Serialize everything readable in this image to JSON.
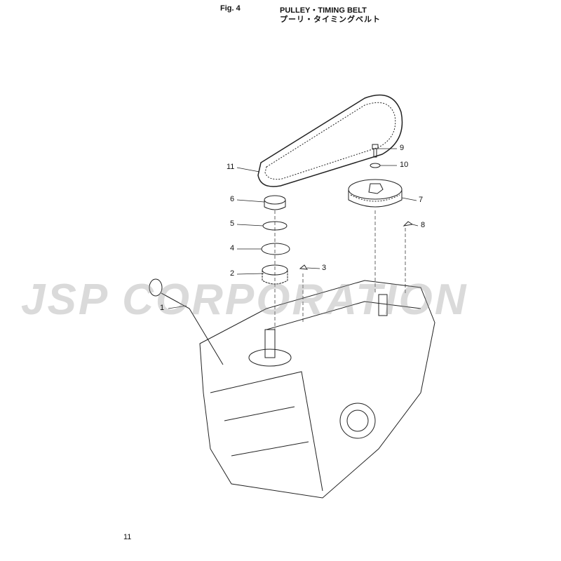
{
  "header": {
    "figure": "Fig. 4",
    "title_en": "PULLEY・TIMING BELT",
    "title_ja": "プーリ・タイミングベルト"
  },
  "watermark": "JSP CORPORATION",
  "callouts": [
    {
      "num": "1",
      "part": "dipstick"
    },
    {
      "num": "2",
      "part": "crankshaft-pulley"
    },
    {
      "num": "3",
      "part": "key"
    },
    {
      "num": "4",
      "part": "plate"
    },
    {
      "num": "5",
      "part": "plate"
    },
    {
      "num": "6",
      "part": "collar"
    },
    {
      "num": "7",
      "part": "camshaft-pulley"
    },
    {
      "num": "8",
      "part": "key"
    },
    {
      "num": "9",
      "part": "bolt"
    },
    {
      "num": "10",
      "part": "washer"
    },
    {
      "num": "11",
      "part": "timing-belt"
    }
  ],
  "page_number": "11"
}
